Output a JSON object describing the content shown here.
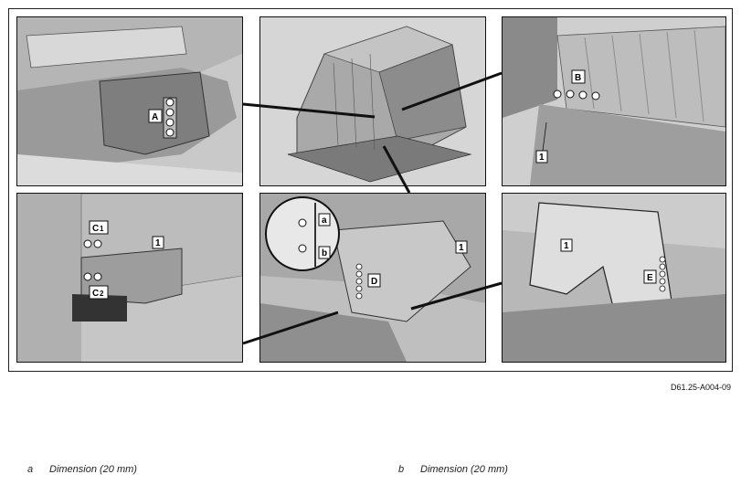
{
  "callouts": {
    "p1": [
      "A"
    ],
    "p3": [
      "B",
      "1"
    ],
    "p4": [
      "C",
      "1",
      "C",
      "2",
      "1"
    ],
    "p5": [
      "a",
      "b",
      "D",
      "1"
    ],
    "p6": [
      "1",
      "E"
    ]
  },
  "reference": "D61.25-A004-09",
  "legend": [
    {
      "key": "a",
      "text": "Dimension (20 mm)"
    },
    {
      "key": "b",
      "text": "Dimension (20 mm)"
    }
  ]
}
